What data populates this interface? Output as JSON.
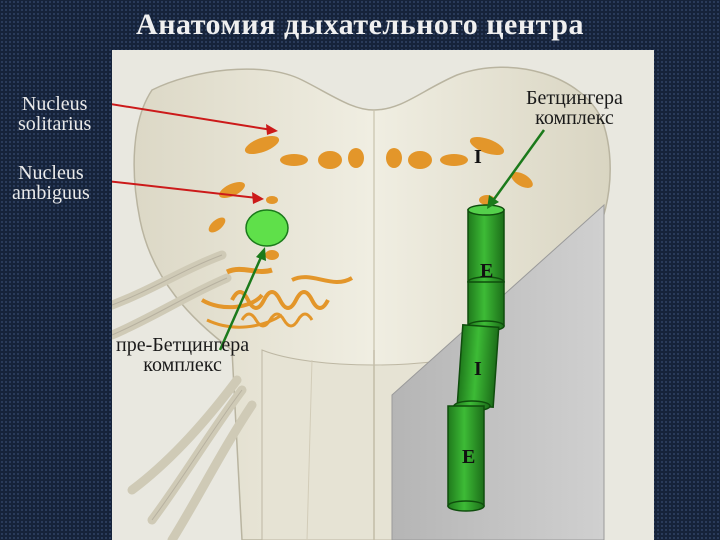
{
  "title": "Анатомия дыхательного центра",
  "labels": {
    "nucleus_solitarius": [
      "Nucleus",
      "solitarius"
    ],
    "nucleus_ambiguus": [
      "Nucleus",
      "ambiguus"
    ],
    "botzinger_complex": [
      "Бетцингера",
      "комплекс"
    ],
    "pre_botzinger_complex": [
      "пре-Бетцингера",
      "комплекс"
    ]
  },
  "column_segments": [
    "I",
    "E",
    "I",
    "E"
  ],
  "colors": {
    "background": "#16233a",
    "nucleus_fill": "#e3962a",
    "green_column": "#2e9e2a",
    "pre_botzinger_fill": "#5fe04a",
    "arrow_red": "#cc1a1a",
    "arrow_green": "#1b7a1b",
    "panel_gray": "#c4c4c4"
  }
}
